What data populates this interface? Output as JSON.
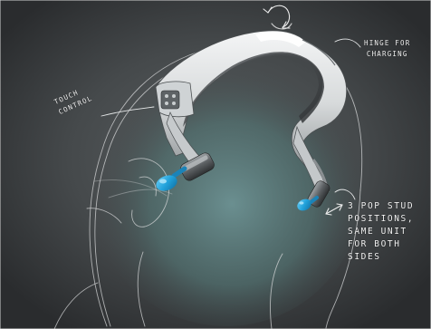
{
  "annotations": {
    "touch_control": "TOUCH\nCONTROL",
    "hinge_for_charging": "HINGE FOR\nCHARGING",
    "pop_stud": "3 POP STUD\nPOSITIONS,\nSAME UNIT\nFOR BOTH\nSIDES"
  },
  "colors": {
    "background": "#3b3e40",
    "head_glow": "#5f8587",
    "band_light": "#e9ebec",
    "band_shadow": "#8e9396",
    "earpiece_accent": "#26a7de",
    "sketch_line": "#d8dadb"
  },
  "icons": [
    "rotate-arrows-icon",
    "double-arrow-icon"
  ]
}
